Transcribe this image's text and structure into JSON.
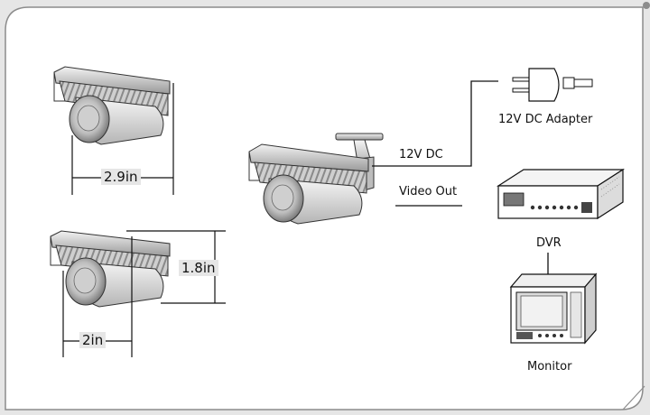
{
  "dimensions": {
    "width_label": "2.9in",
    "height_label": "1.8in",
    "depth_label": "2in"
  },
  "wiring": {
    "power_label": "12V DC",
    "video_label": "Video Out"
  },
  "devices": {
    "adapter": "12V DC Adapter",
    "dvr": "DVR",
    "monitor": "Monitor"
  }
}
